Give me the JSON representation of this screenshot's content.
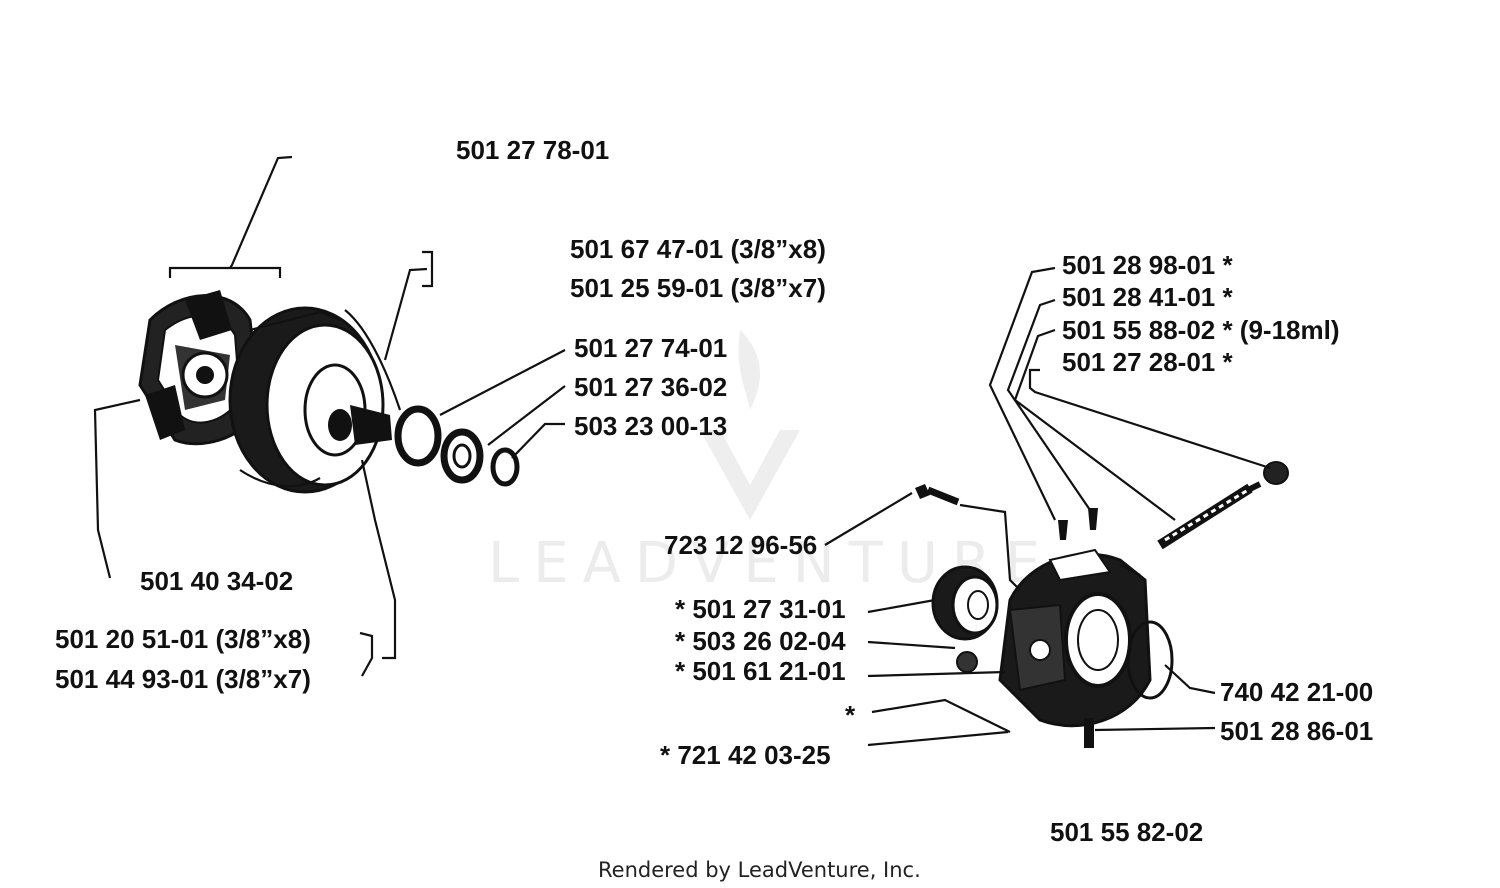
{
  "watermark": "LEADVENTURE",
  "footer": "Rendered by LeadVenture, Inc.",
  "labels": {
    "clutch_assembly": "501 27 78-01",
    "drum_rim_1": "501 67 47-01 (3/8”x8)",
    "drum_rim_2": "501 25 59-01 (3/8”x7)",
    "washer_1": "501 27 74-01",
    "bearing": "501 27 36-02",
    "circlip": "503 23 00-13",
    "clutch_spring": "501 40 34-02",
    "drum_1": "501 20 51-01 (3/8”x8)",
    "drum_2": "501 44 93-01 (3/8”x7)",
    "bolt": "723 12 96-56",
    "seal": "* 501 27 31-01",
    "bushing": "* 503 26 02-04",
    "plug": "* 501 61 21-01",
    "star": "*",
    "screw": "* 721 42 03-25",
    "pump_1": "501 28 98-01  *",
    "pump_2": "501 28 41-01  *",
    "pump_3": "501 55 88-02  * (9-18ml)",
    "pump_4": "501 27 28-01  *",
    "oring": "740 42 21-00",
    "pin": "501 28 86-01",
    "pump_assembly": "501 55 82-02"
  }
}
